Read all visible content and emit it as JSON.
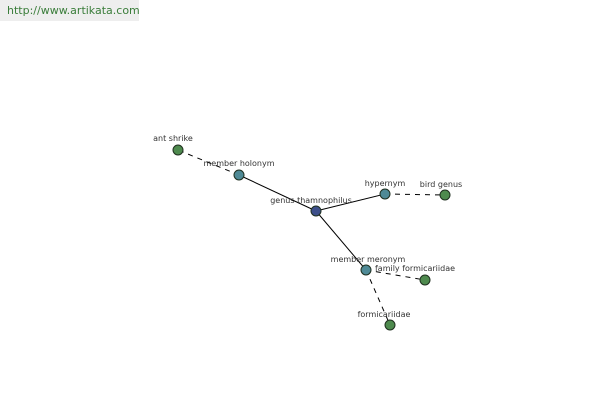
{
  "watermark": {
    "url": "http://www.artikata.com"
  },
  "colors": {
    "center": "#3d4f8a",
    "relation": "#4f8a96",
    "leaf": "#4e8a4e",
    "edge": "#000000",
    "label": "#333333"
  },
  "graph": {
    "nodes": [
      {
        "id": "genus-thamnophilus",
        "label": "genus thamnophilus",
        "kind": "center"
      },
      {
        "id": "member-holonym",
        "label": "member holonym",
        "kind": "relation"
      },
      {
        "id": "hypernym",
        "label": "hypernym",
        "kind": "relation"
      },
      {
        "id": "member-meronym",
        "label": "member meronym",
        "kind": "relation"
      },
      {
        "id": "ant-shrike",
        "label": "ant shrike",
        "kind": "leaf"
      },
      {
        "id": "bird-genus",
        "label": "bird genus",
        "kind": "leaf"
      },
      {
        "id": "family-formicariidae",
        "label": "family formicariidae",
        "kind": "leaf"
      },
      {
        "id": "formicariidae",
        "label": "formicariidae",
        "kind": "leaf"
      }
    ],
    "edges": [
      {
        "from": "genus-thamnophilus",
        "to": "member-holonym",
        "style": "solid"
      },
      {
        "from": "genus-thamnophilus",
        "to": "hypernym",
        "style": "solid"
      },
      {
        "from": "genus-thamnophilus",
        "to": "member-meronym",
        "style": "solid"
      },
      {
        "from": "member-holonym",
        "to": "ant-shrike",
        "style": "dashed"
      },
      {
        "from": "hypernym",
        "to": "bird-genus",
        "style": "dashed"
      },
      {
        "from": "member-meronym",
        "to": "family-formicariidae",
        "style": "dashed"
      },
      {
        "from": "member-meronym",
        "to": "formicariidae",
        "style": "dashed"
      }
    ]
  }
}
